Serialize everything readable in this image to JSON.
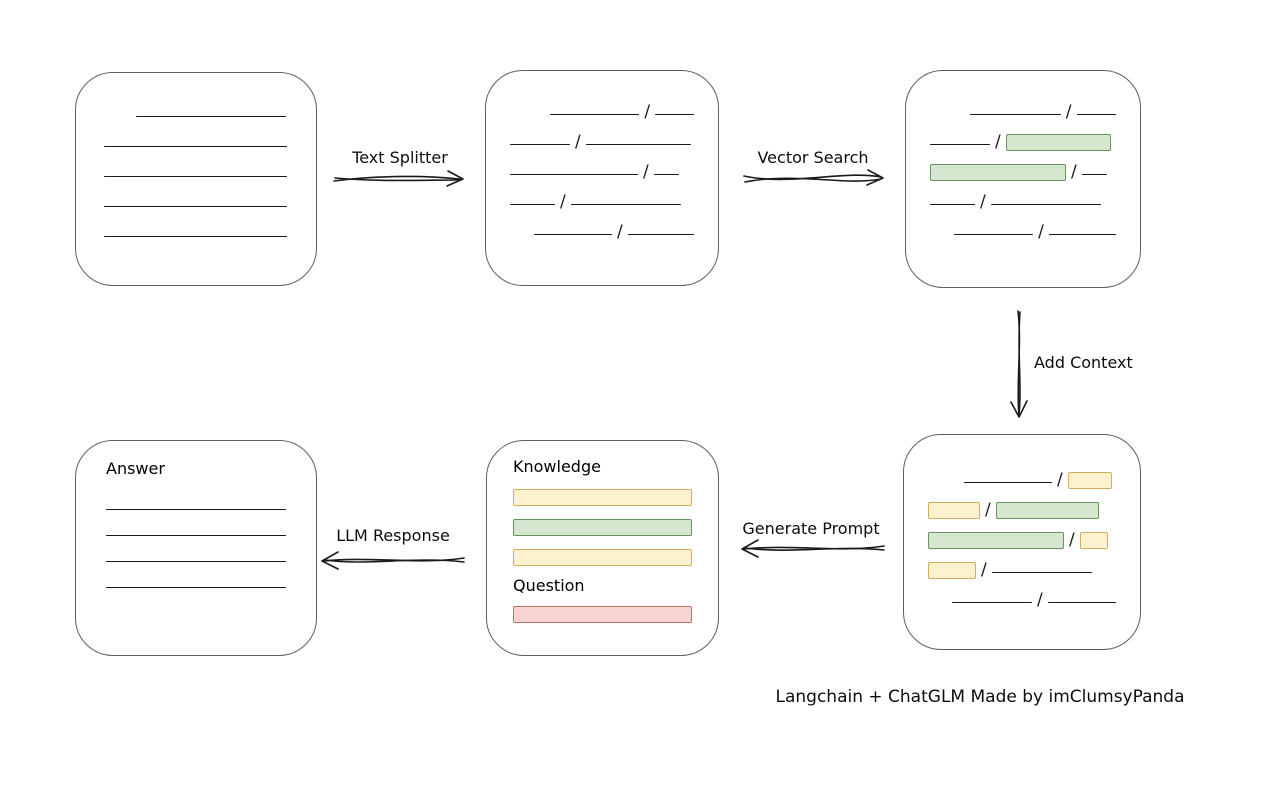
{
  "labels": {
    "text_splitter": "Text Splitter",
    "vector_search": "Vector Search",
    "add_context": "Add Context",
    "generate_prompt": "Generate Prompt",
    "llm_response": "LLM Response",
    "knowledge": "Knowledge",
    "question": "Question",
    "answer": "Answer"
  },
  "caption": "Langchain + ChatGLM Made by imClumsyPanda",
  "glyphs": {
    "slash": "/"
  },
  "colors": {
    "ink": "#1b1b1b",
    "box_border": "#5f5f5f",
    "green_fill": "#d5e8cf",
    "green_border": "#699460",
    "yellow_fill": "#fdf2d0",
    "yellow_border": "#d2af5c",
    "red_fill": "#f6d4d2",
    "red_border": "#c0706b"
  },
  "boxes": {
    "document": {
      "rows": [
        {
          "i": 32,
          "cells": [
            {
              "t": "line",
              "w": 150
            }
          ]
        },
        {
          "cells": [
            {
              "t": "line",
              "w": 183
            }
          ]
        },
        {
          "cells": [
            {
              "t": "line",
              "w": 183
            }
          ]
        },
        {
          "cells": [
            {
              "t": "line",
              "w": 183
            }
          ]
        },
        {
          "cells": [
            {
              "t": "line",
              "w": 183
            }
          ]
        }
      ]
    },
    "chunks": {
      "rows": [
        {
          "i": 40,
          "cells": [
            {
              "t": "line",
              "w": 92
            },
            {
              "t": "line",
              "w": 40
            }
          ]
        },
        {
          "cells": [
            {
              "t": "line",
              "w": 60
            },
            {
              "t": "line",
              "w": 105
            }
          ]
        },
        {
          "cells": [
            {
              "t": "line",
              "w": 128
            },
            {
              "t": "line",
              "w": 25
            }
          ]
        },
        {
          "cells": [
            {
              "t": "line",
              "w": 45
            },
            {
              "t": "line",
              "w": 110
            }
          ]
        },
        {
          "i": 24,
          "cells": [
            {
              "t": "line",
              "w": 80
            },
            {
              "t": "line",
              "w": 68
            }
          ]
        }
      ]
    },
    "retrieved": {
      "rows": [
        {
          "i": 40,
          "cells": [
            {
              "t": "line",
              "w": 92
            },
            {
              "t": "line",
              "w": 40
            }
          ]
        },
        {
          "cells": [
            {
              "t": "line",
              "w": 60
            },
            {
              "t": "hl",
              "c": "green",
              "w": 105
            }
          ]
        },
        {
          "cells": [
            {
              "t": "hl",
              "c": "green",
              "w": 136
            },
            {
              "t": "line",
              "w": 25
            }
          ]
        },
        {
          "cells": [
            {
              "t": "line",
              "w": 45
            },
            {
              "t": "line",
              "w": 110
            }
          ]
        },
        {
          "i": 24,
          "cells": [
            {
              "t": "line",
              "w": 80
            },
            {
              "t": "line",
              "w": 68
            }
          ]
        }
      ]
    },
    "context": {
      "rows": [
        {
          "i": 36,
          "cells": [
            {
              "t": "line",
              "w": 88
            },
            {
              "t": "hl",
              "c": "yellow",
              "w": 44
            }
          ]
        },
        {
          "cells": [
            {
              "t": "hl",
              "c": "yellow",
              "w": 52
            },
            {
              "t": "hl",
              "c": "green",
              "w": 103
            }
          ]
        },
        {
          "cells": [
            {
              "t": "hl",
              "c": "green",
              "w": 136
            },
            {
              "t": "hl",
              "c": "yellow",
              "w": 28
            }
          ]
        },
        {
          "cells": [
            {
              "t": "hl",
              "c": "yellow",
              "w": 48
            },
            {
              "t": "line",
              "w": 100
            }
          ]
        },
        {
          "i": 24,
          "cells": [
            {
              "t": "line",
              "w": 80
            },
            {
              "t": "line",
              "w": 68
            }
          ]
        }
      ]
    },
    "prompt": {
      "knowledge_rows": [
        {
          "cells": [
            {
              "t": "hl",
              "c": "yellow",
              "w": 180
            }
          ]
        },
        {
          "cells": [
            {
              "t": "hl",
              "c": "green",
              "w": 180
            }
          ]
        },
        {
          "cells": [
            {
              "t": "hl",
              "c": "yellow",
              "w": 180
            }
          ]
        }
      ],
      "question_rows": [
        {
          "cells": [
            {
              "t": "hl",
              "c": "red",
              "w": 184
            }
          ]
        }
      ]
    },
    "answer": {
      "rows": [
        {
          "cells": [
            {
              "t": "line",
              "w": 182
            }
          ]
        },
        {
          "cells": [
            {
              "t": "line",
              "w": 182
            }
          ]
        },
        {
          "cells": [
            {
              "t": "line",
              "w": 182
            }
          ]
        },
        {
          "cells": [
            {
              "t": "line",
              "w": 182
            }
          ]
        }
      ]
    }
  }
}
